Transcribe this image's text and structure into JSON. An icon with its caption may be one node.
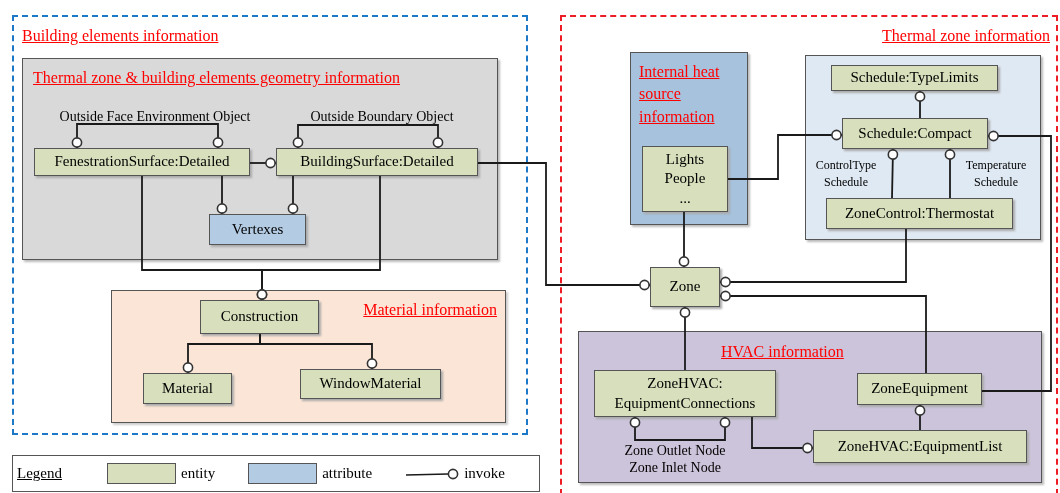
{
  "diagram": {
    "nodes": [
      {
        "text": [
          "Building elements information"
        ]
      },
      {
        "text": [
          "Thermal zone & building elements geometry information"
        ],
        "in": 0
      },
      {
        "text": [
          "FenestrationSurface:Detailed"
        ],
        "in": 1
      },
      {
        "text": [
          "BuildingSurface:Detailed"
        ],
        "in": 1
      },
      {
        "text": [
          "Vertexes"
        ],
        "in": 1
      },
      {
        "text": [
          "Material information"
        ],
        "in": 0
      },
      {
        "text": [
          "Construction"
        ],
        "in": 5
      },
      {
        "text": [
          "Material"
        ],
        "in": 5
      },
      {
        "text": [
          "WindowMaterial"
        ],
        "in": 5
      },
      {
        "text": [
          "Thermal zone information"
        ]
      },
      {
        "text": [
          "Internal heat source information"
        ],
        "in": 9
      },
      {
        "text": [
          "Lights People ..."
        ],
        "in": 10
      },
      {
        "text": [],
        "shape": "box",
        "in": 9
      },
      {
        "text": [
          "Schedule:TypeLimits"
        ],
        "in": 12
      },
      {
        "text": [
          "Schedule:Compact"
        ],
        "in": 12
      },
      {
        "text": [
          "ZoneControl:Thermostat"
        ],
        "in": 12
      },
      {
        "text": [
          "Zone"
        ],
        "in": 9
      },
      {
        "text": [
          "HVAC information"
        ],
        "in": 9
      },
      {
        "text": [
          "ZoneHVAC: EquipmentConnections"
        ],
        "in": 17
      },
      {
        "text": [
          "ZoneEquipment"
        ],
        "in": 17
      },
      {
        "text": [
          "ZoneHVAC:EquipmentList"
        ],
        "in": 17
      }
    ],
    "edges": [
      {
        "from": 2,
        "to": 2,
        "arrow": "other",
        "label": "Outside Face Environment Object"
      },
      {
        "from": 3,
        "to": 3,
        "arrow": "other",
        "label": "Outside Boundary Object"
      },
      {
        "from": 2,
        "to": 3,
        "arrow": "other"
      },
      {
        "from": 2,
        "to": 4,
        "arrow": "other"
      },
      {
        "from": 3,
        "to": 4,
        "arrow": "other"
      },
      {
        "from": 2,
        "to": 6,
        "arrow": "other"
      },
      {
        "from": 3,
        "to": 6,
        "arrow": "other"
      },
      {
        "from": 6,
        "to": 7,
        "arrow": "other"
      },
      {
        "from": 6,
        "to": 8,
        "arrow": "other"
      },
      {
        "from": 3,
        "to": 16,
        "arrow": "other"
      },
      {
        "from": 11,
        "to": 16,
        "arrow": "other"
      },
      {
        "from": 11,
        "to": 14,
        "arrow": "other"
      },
      {
        "from": 14,
        "to": 13,
        "arrow": "other"
      },
      {
        "from": 15,
        "to": 14,
        "arrow": "other",
        "label": "ControlType Schedule"
      },
      {
        "from": 15,
        "to": 14,
        "arrow": "other",
        "label": "Temperature Schedule"
      },
      {
        "from": 15,
        "to": 16,
        "arrow": "other"
      },
      {
        "from": 19,
        "to": 16,
        "arrow": "other"
      },
      {
        "from": 19,
        "to": 14,
        "arrow": "other"
      },
      {
        "from": 18,
        "to": 16,
        "arrow": "other"
      },
      {
        "from": 18,
        "to": 18,
        "arrow": "other",
        "label": "Zone Outlet Node Zone Inlet Node"
      },
      {
        "from": 18,
        "to": 20,
        "arrow": "other"
      },
      {
        "from": 20,
        "to": 19,
        "arrow": "other"
      }
    ],
    "labels": [
      "Legend"
    ],
    "legend": [
      {
        "text": "entity",
        "color": "#d7dfbc"
      },
      {
        "text": "attribute",
        "color": "#b3cbe3"
      },
      {
        "text": "invoke"
      }
    ]
  }
}
